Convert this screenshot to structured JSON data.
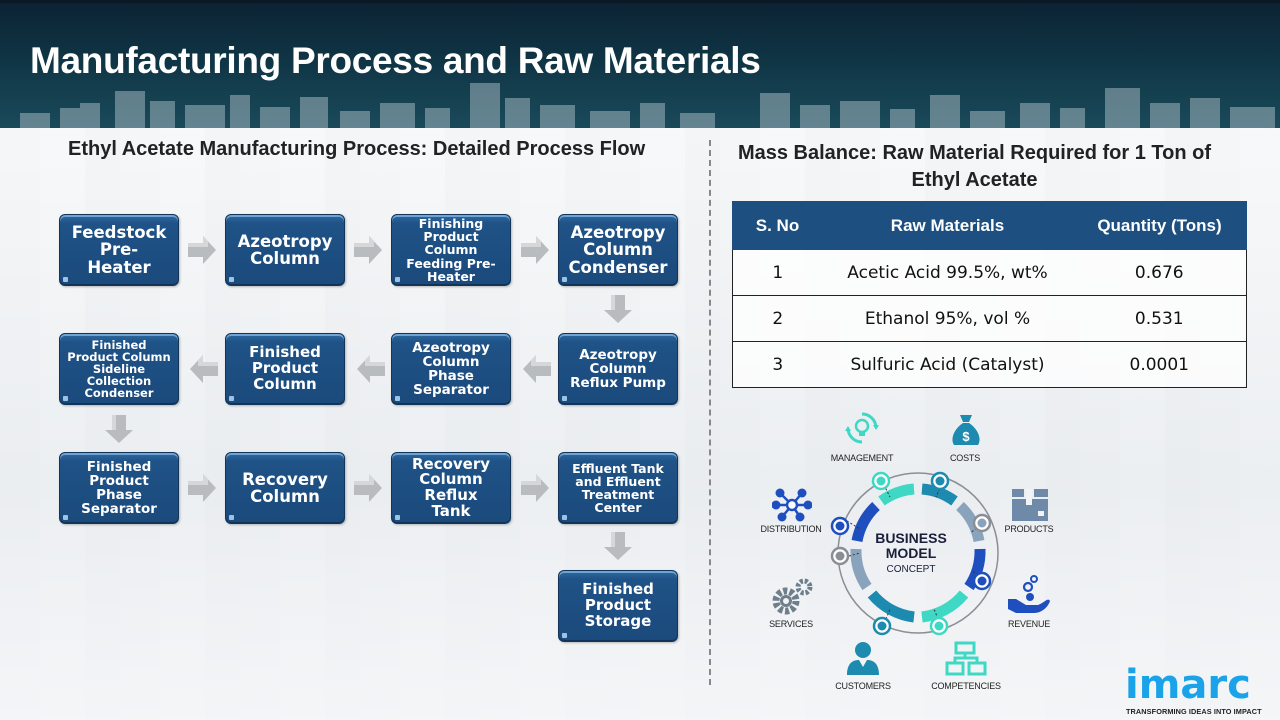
{
  "header": {
    "title": "Manufacturing Process and Raw Materials"
  },
  "process_flow": {
    "title": "Ethyl Acetate Manufacturing Process: Detailed Process Flow",
    "steps": [
      {
        "label": "Feedstock\nPre-\nHeater"
      },
      {
        "label": "Azeotropy\nColumn"
      },
      {
        "label": "Finishing\nProduct\nColumn\nFeeding Pre-\nHeater"
      },
      {
        "label": "Azeotropy\nColumn\nCondenser"
      },
      {
        "label": "Azeotropy\nColumn\nReflux Pump"
      },
      {
        "label": "Azeotropy\nColumn\nPhase\nSeparator"
      },
      {
        "label": "Finished\nProduct\nColumn"
      },
      {
        "label": "Finished\nProduct Column\nSideline\nCollection\nCondenser"
      },
      {
        "label": "Finished\nProduct\nPhase\nSeparator"
      },
      {
        "label": "Recovery\nColumn"
      },
      {
        "label": "Recovery\nColumn\nReflux\nTank"
      },
      {
        "label": "Effluent Tank\nand Effluent\nTreatment\nCenter"
      },
      {
        "label": "Finished\nProduct\nStorage"
      }
    ]
  },
  "mass_balance": {
    "title": "Mass Balance: Raw Material Required for 1 Ton of Ethyl Acetate",
    "columns": [
      "S. No",
      "Raw Materials",
      "Quantity (Tons)"
    ],
    "rows": [
      {
        "sno": "1",
        "material": "Acetic Acid 99.5%, wt%",
        "quantity": "0.676"
      },
      {
        "sno": "2",
        "material": "Ethanol 95%, vol %",
        "quantity": "0.531"
      },
      {
        "sno": "3",
        "material": "Sulfuric Acid (Catalyst)",
        "quantity": "0.0001"
      }
    ]
  },
  "business_model": {
    "center_line1": "BUSINESS",
    "center_line2": "MODEL",
    "center_line3": "CONCEPT",
    "items": [
      {
        "label": "MANAGEMENT",
        "icon": "lightbulb-cycle-icon"
      },
      {
        "label": "COSTS",
        "icon": "money-bag-icon"
      },
      {
        "label": "PRODUCTS",
        "icon": "box-icon"
      },
      {
        "label": "REVENUE",
        "icon": "hand-coins-icon"
      },
      {
        "label": "COMPETENCIES",
        "icon": "org-chart-icon"
      },
      {
        "label": "CUSTOMERS",
        "icon": "person-icon"
      },
      {
        "label": "SERVICES",
        "icon": "gears-icon"
      },
      {
        "label": "DISTRIBUTION",
        "icon": "network-icon"
      }
    ]
  },
  "logo": {
    "name": "imarc",
    "tagline": "TRANSFORMING IDEAS INTO IMPACT"
  },
  "colors": {
    "step_box": "#1d4f80",
    "table_header": "#1d4f80",
    "teal": "#3fd8c4",
    "blue": "#1f4fbf",
    "logo": "#1aa3e8"
  }
}
